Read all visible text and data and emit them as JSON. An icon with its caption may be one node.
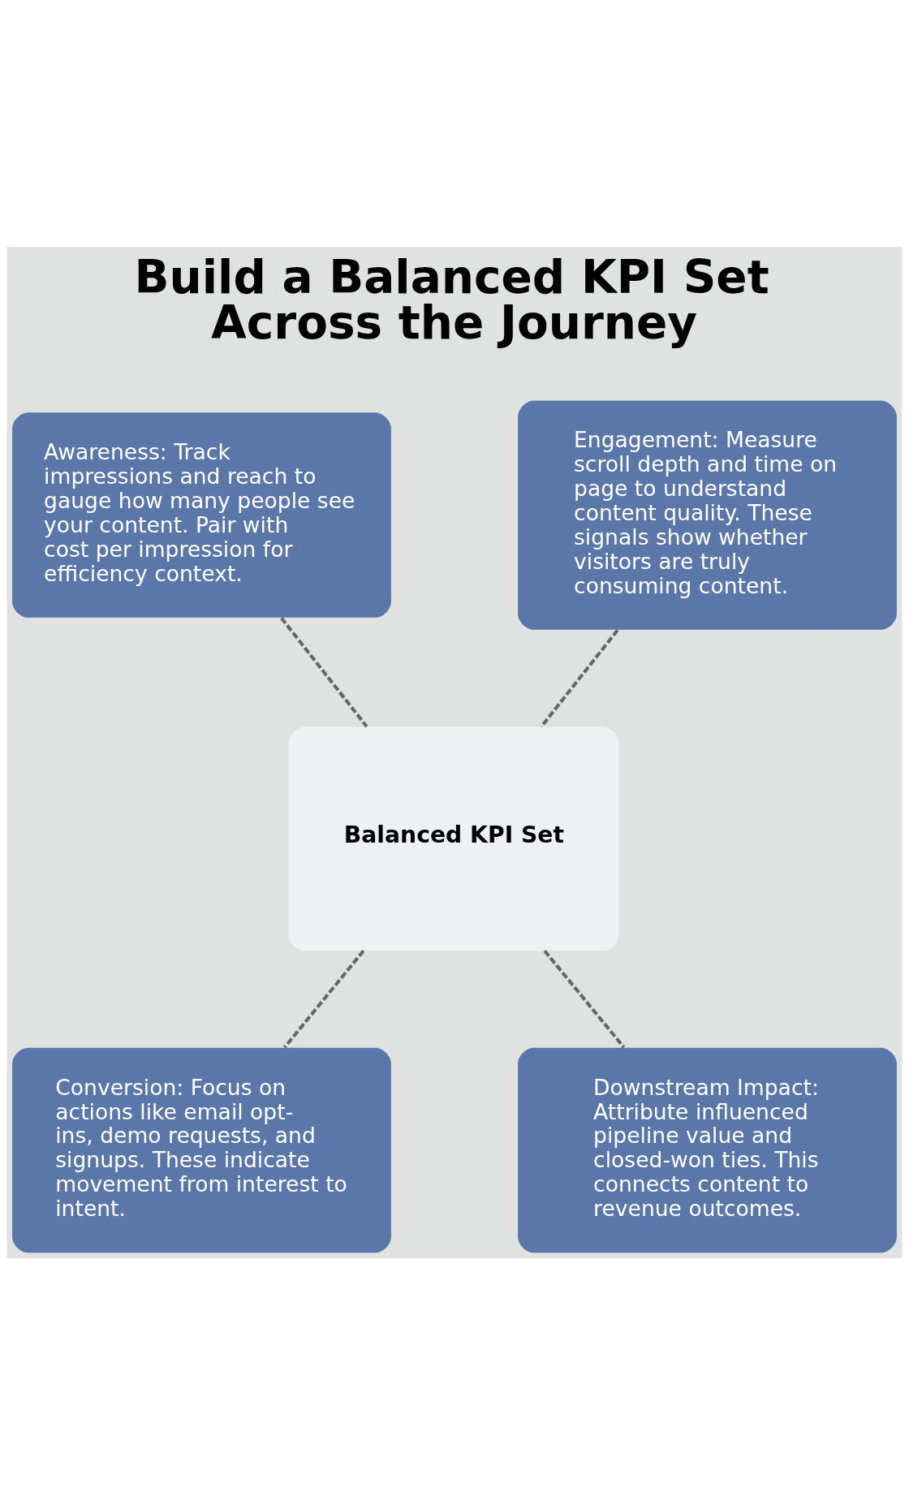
{
  "diagram": {
    "title": "Build a Balanced KPI Set Across the Journey",
    "nodes": [
      {
        "text": [
          "Awareness: Track impressions and reach to gauge how many people see your content. Pair with cost per impression for efficiency context."
        ]
      },
      {
        "text": [
          "Engagement: Measure scroll depth and time on page to understand content quality. These signals show whether visitors are truly consuming content."
        ]
      },
      {
        "text": [
          "Balanced KPI Set"
        ]
      },
      {
        "text": [
          "Conversion: Focus on actions like email opt-ins, demo requests, and signups. These indicate movement from interest to intent."
        ]
      },
      {
        "text": [
          "Downstream Impact: Attribute influenced pipeline value and closed-won ties. This connects content to revenue outcomes."
        ]
      }
    ],
    "edges": [
      {
        "from": 0,
        "to": 2,
        "arrow": "none",
        "style": "dashed"
      },
      {
        "from": 1,
        "to": 2,
        "arrow": "none",
        "style": "dashed"
      },
      {
        "from": 2,
        "to": 3,
        "arrow": "none",
        "style": "dashed"
      },
      {
        "from": 2,
        "to": 4,
        "arrow": "none",
        "style": "dashed"
      }
    ]
  }
}
